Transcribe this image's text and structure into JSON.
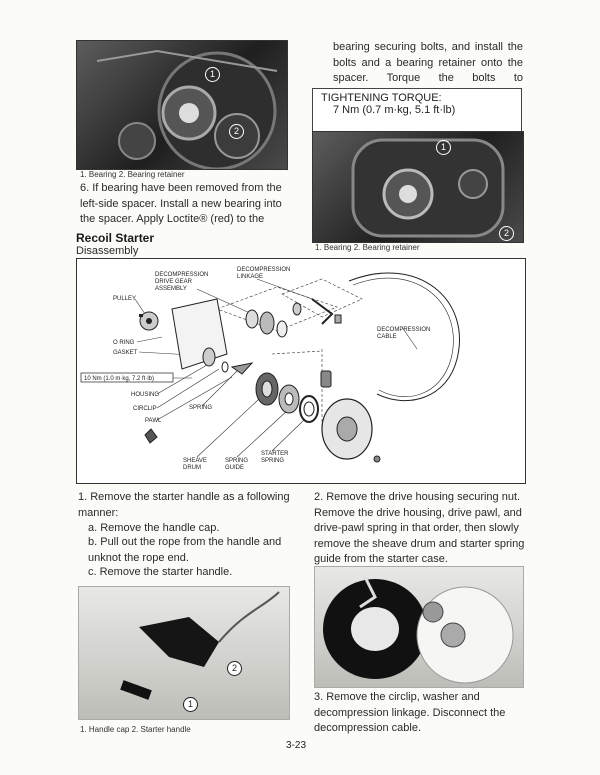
{
  "page_number": "3-23",
  "top_left": {
    "caption": "1. Bearing     2. Bearing retainer",
    "callouts": [
      "1",
      "2"
    ],
    "step6": "6.  If bearing have been removed from the left-side spacer. Install a new bearing into the spacer. Apply Loctite® (red) to the"
  },
  "top_right": {
    "continuation": "bearing securing bolts, and install the bolts and a bearing retainer onto the spacer. Torque the bolts to specification.",
    "torque_title": "TIGHTENING TORQUE:",
    "torque_value": "7 Nm (0.7 m·kg, 5.1 ft·lb)",
    "caption": "1. Bearing     2. Bearing retainer",
    "callouts": [
      "1",
      "2"
    ]
  },
  "section": {
    "title": "Recoil Starter",
    "subtitle": "Disassembly"
  },
  "diagram": {
    "labels": {
      "decomp_gear": [
        "DECOMPRESSION",
        "DRIVE GEAR",
        "ASSEMBLY"
      ],
      "decomp_linkage": [
        "DECOMPRESSION",
        "LINKAGE"
      ],
      "pulley": "PULLEY",
      "o_ring": "O RING",
      "gasket": "GASKET",
      "torque": "10 Nm (1.0 m·kg, 7.2 ft·lb)",
      "housing": "HOUSING",
      "circlip": "CIRCLIP",
      "pawl": "PAWL",
      "spring": "SPRING",
      "sheave_drum": [
        "SHEAVE",
        "DRUM"
      ],
      "spring_guide": [
        "SPRING",
        "GUIDE"
      ],
      "starter_spring": [
        "STARTER",
        "SPRING"
      ],
      "decomp_cable": [
        "DECOMPRESSION",
        "CABLE"
      ]
    }
  },
  "steps_left": {
    "step1": "1.  Remove the starter handle as a following manner:",
    "a": "a.  Remove the handle cap.",
    "b": "b.  Pull out the rope from the handle and unknot the rope end.",
    "c": "c.  Remove the starter handle."
  },
  "steps_right": {
    "step2": "2.  Remove the drive housing securing nut. Remove the drive housing, drive pawl, and drive-pawl spring in that order, then slowly remove the sheave drum and starter spring guide from the starter case.",
    "step3": "3.  Remove the circlip, washer and decompression linkage. Disconnect the decompression cable."
  },
  "bottom_left": {
    "caption": "1. Handle cap     2. Starter handle",
    "callouts": [
      "1",
      "2"
    ]
  }
}
